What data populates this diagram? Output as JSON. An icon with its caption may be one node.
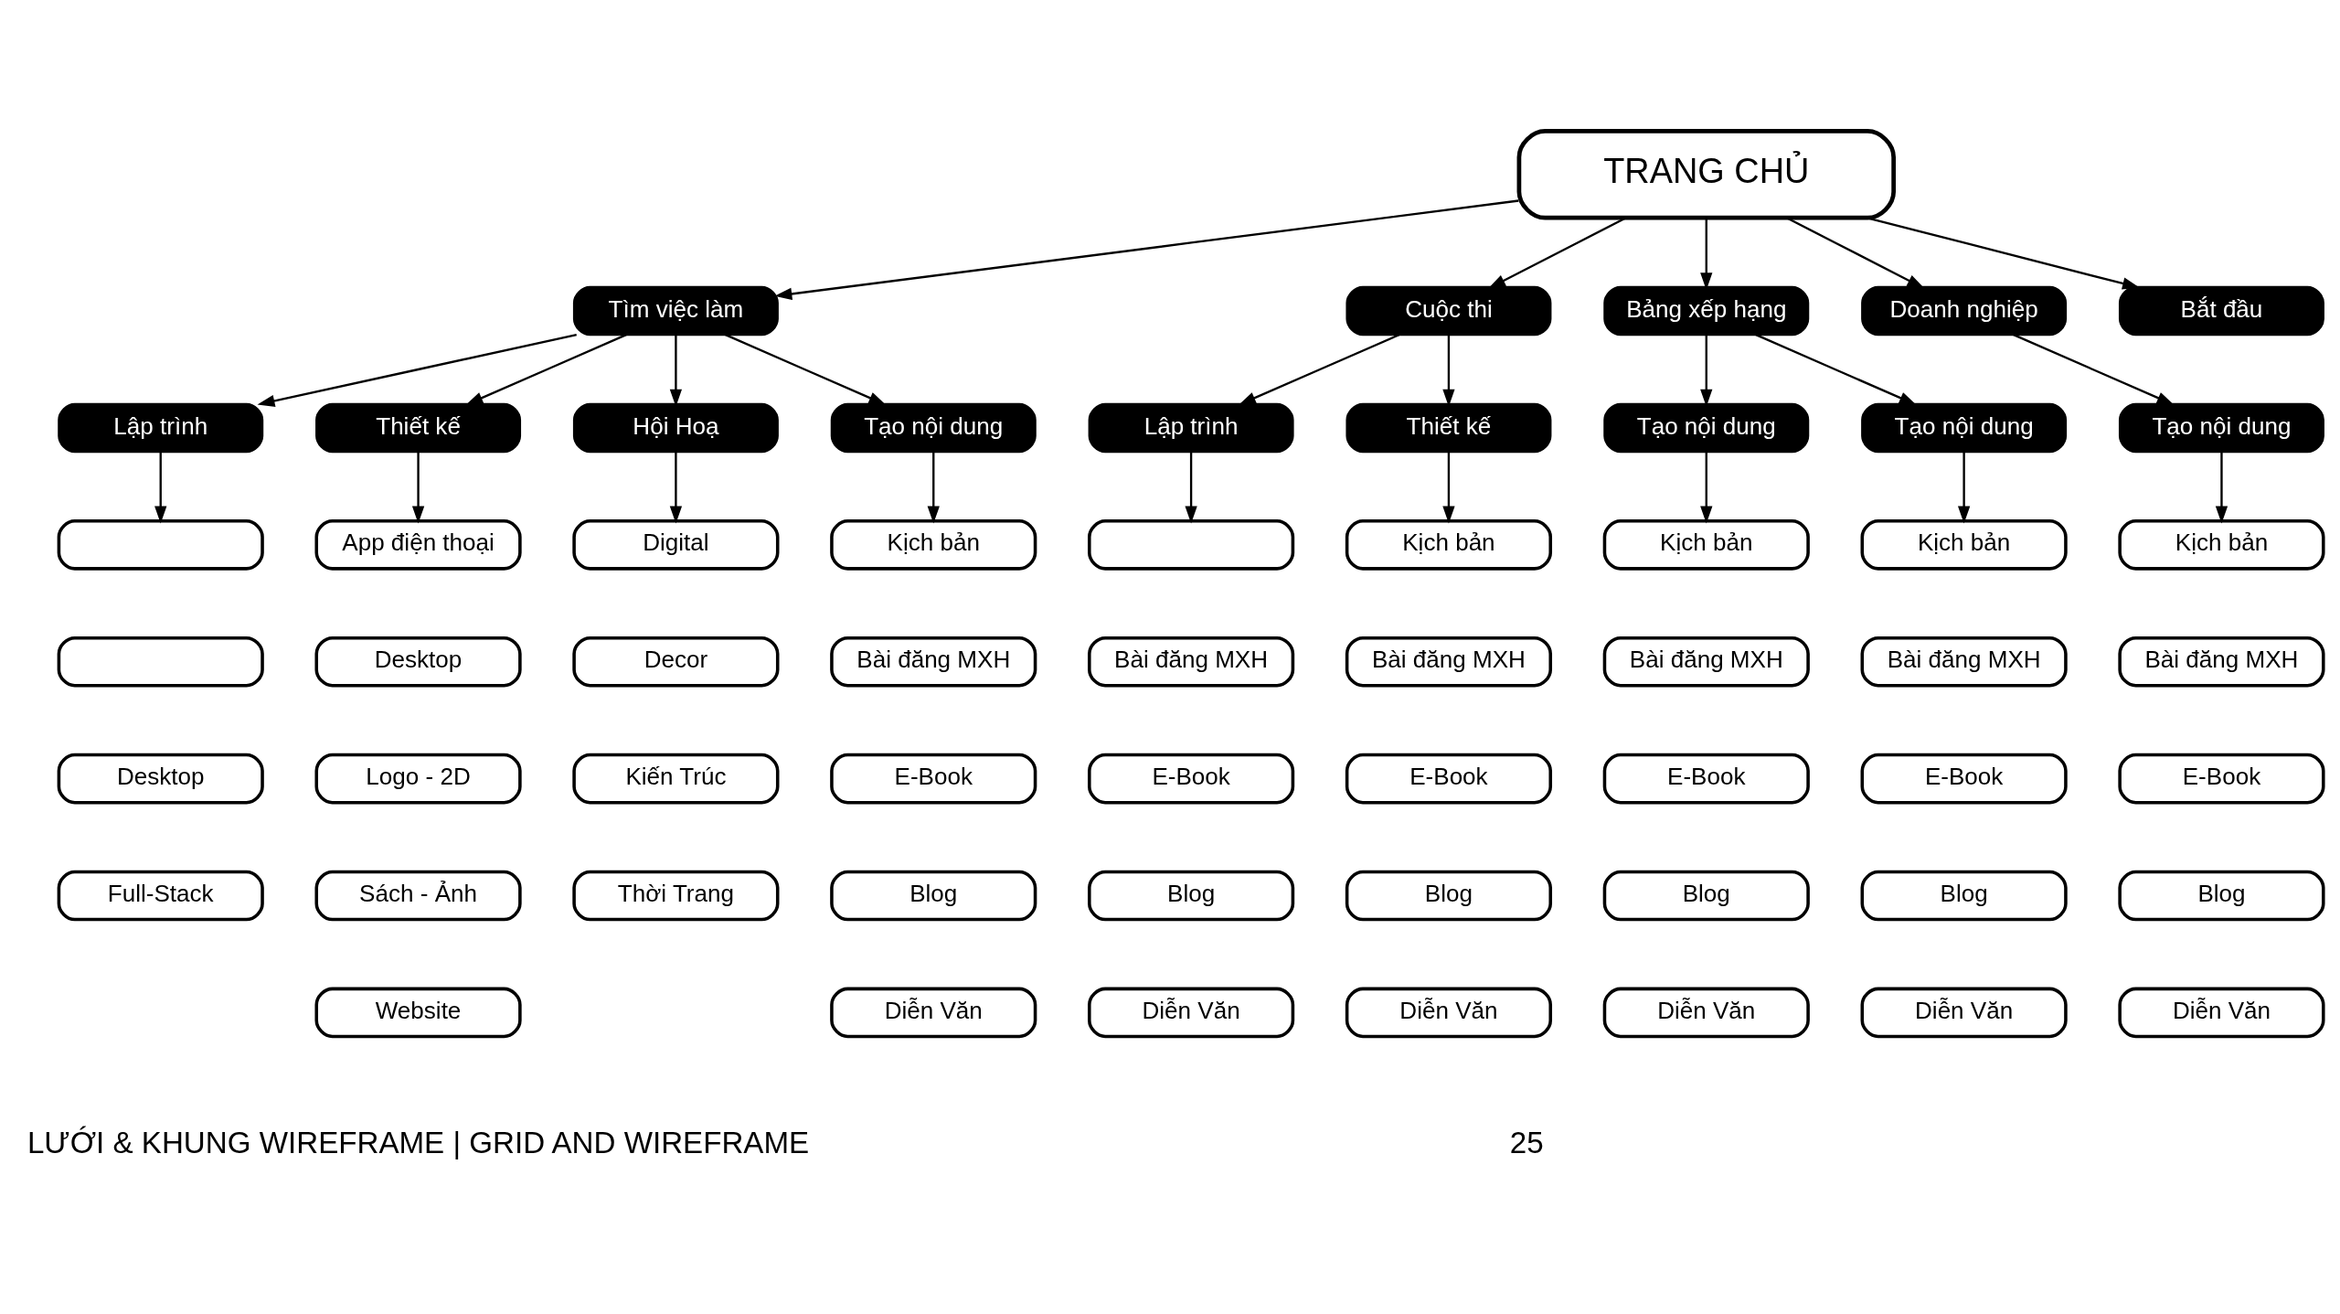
{
  "diagram": {
    "nodes": [
      {
        "text": [
          "TRANG CHỦ"
        ]
      },
      {
        "text": [
          "Tìm việc làm"
        ]
      },
      {
        "text": [
          "Cuộc thi"
        ]
      },
      {
        "text": [
          "Bảng xếp hạng"
        ]
      },
      {
        "text": [
          "Doanh nghiệp"
        ]
      },
      {
        "text": [
          "Bắt đầu"
        ]
      },
      {
        "text": [
          "Lập trình"
        ]
      },
      {
        "text": [
          "Thiết kế"
        ]
      },
      {
        "text": [
          "Hội Hoạ"
        ]
      },
      {
        "text": [
          "Tạo nội dung"
        ]
      },
      {
        "text": [
          "Lập trình"
        ]
      },
      {
        "text": [
          "Thiết kế"
        ]
      },
      {
        "text": [
          "Tạo nội dung"
        ]
      },
      {
        "text": [
          "Tạo nội dung"
        ]
      },
      {
        "text": [
          "Tạo nội dung"
        ]
      },
      {
        "text": [],
        "shape": "box"
      },
      {
        "text": [
          "App điện thoại"
        ]
      },
      {
        "text": [
          "Digital"
        ]
      },
      {
        "text": [
          "Kịch bản"
        ]
      },
      {
        "text": [],
        "shape": "box"
      },
      {
        "text": [
          "Kịch bản"
        ]
      },
      {
        "text": [
          "Kịch bản"
        ]
      },
      {
        "text": [
          "Kịch bản"
        ]
      },
      {
        "text": [
          "Kịch bản"
        ]
      },
      {
        "text": [],
        "shape": "box"
      },
      {
        "text": [
          "Desktop"
        ]
      },
      {
        "text": [
          "Decor"
        ]
      },
      {
        "text": [
          "Bài đăng MXH"
        ]
      },
      {
        "text": [
          "Bài đăng MXH"
        ]
      },
      {
        "text": [
          "Bài đăng MXH"
        ]
      },
      {
        "text": [
          "Bài đăng MXH"
        ]
      },
      {
        "text": [
          "Bài đăng MXH"
        ]
      },
      {
        "text": [
          "Bài đăng MXH"
        ]
      },
      {
        "text": [
          "Desktop"
        ]
      },
      {
        "text": [
          "Logo - 2D"
        ]
      },
      {
        "text": [
          "Kiến Trúc"
        ]
      },
      {
        "text": [
          "E-Book"
        ]
      },
      {
        "text": [
          "E-Book"
        ]
      },
      {
        "text": [
          "E-Book"
        ]
      },
      {
        "text": [
          "E-Book"
        ]
      },
      {
        "text": [
          "E-Book"
        ]
      },
      {
        "text": [
          "E-Book"
        ]
      },
      {
        "text": [
          "Full-Stack"
        ]
      },
      {
        "text": [
          "Sách - Ảnh"
        ]
      },
      {
        "text": [
          "Thời Trang"
        ]
      },
      {
        "text": [
          "Blog"
        ]
      },
      {
        "text": [
          "Blog"
        ]
      },
      {
        "text": [
          "Blog"
        ]
      },
      {
        "text": [
          "Blog"
        ]
      },
      {
        "text": [
          "Blog"
        ]
      },
      {
        "text": [
          "Blog"
        ]
      },
      {
        "text": [
          "Website"
        ]
      },
      {
        "text": [
          "Diễn Văn"
        ]
      },
      {
        "text": [
          "Diễn Văn"
        ]
      },
      {
        "text": [
          "Diễn Văn"
        ]
      },
      {
        "text": [
          "Diễn Văn"
        ]
      },
      {
        "text": [
          "Diễn Văn"
        ]
      },
      {
        "text": [
          "Diễn Văn"
        ]
      }
    ],
    "edges": [
      {
        "from": 0,
        "to": 1,
        "arrow": "to"
      },
      {
        "from": 0,
        "to": 2,
        "arrow": "to"
      },
      {
        "from": 0,
        "to": 3,
        "arrow": "to"
      },
      {
        "from": 0,
        "to": 4,
        "arrow": "to"
      },
      {
        "from": 0,
        "to": 5,
        "arrow": "to"
      },
      {
        "from": 1,
        "to": 6,
        "arrow": "to"
      },
      {
        "from": 1,
        "to": 7,
        "arrow": "to"
      },
      {
        "from": 1,
        "to": 8,
        "arrow": "to"
      },
      {
        "from": 1,
        "to": 9,
        "arrow": "to"
      },
      {
        "from": 2,
        "to": 10,
        "arrow": "to"
      },
      {
        "from": 2,
        "to": 11,
        "arrow": "to"
      },
      {
        "from": 3,
        "to": 12,
        "arrow": "to"
      },
      {
        "from": 3,
        "to": 13,
        "arrow": "to"
      },
      {
        "from": 4,
        "to": 14,
        "arrow": "to"
      },
      {
        "from": 6,
        "to": 15,
        "arrow": "to"
      },
      {
        "from": 7,
        "to": 16,
        "arrow": "to"
      },
      {
        "from": 8,
        "to": 17,
        "arrow": "to"
      },
      {
        "from": 9,
        "to": 18,
        "arrow": "to"
      },
      {
        "from": 10,
        "to": 19,
        "arrow": "to"
      },
      {
        "from": 11,
        "to": 20,
        "arrow": "to"
      },
      {
        "from": 12,
        "to": 21,
        "arrow": "to"
      },
      {
        "from": 13,
        "to": 22,
        "arrow": "to"
      },
      {
        "from": 14,
        "to": 23,
        "arrow": "to"
      }
    ],
    "labels": [
      "LƯỚI & KHUNG WIREFRAME | GRID AND WIREFRAME",
      "25"
    ]
  }
}
